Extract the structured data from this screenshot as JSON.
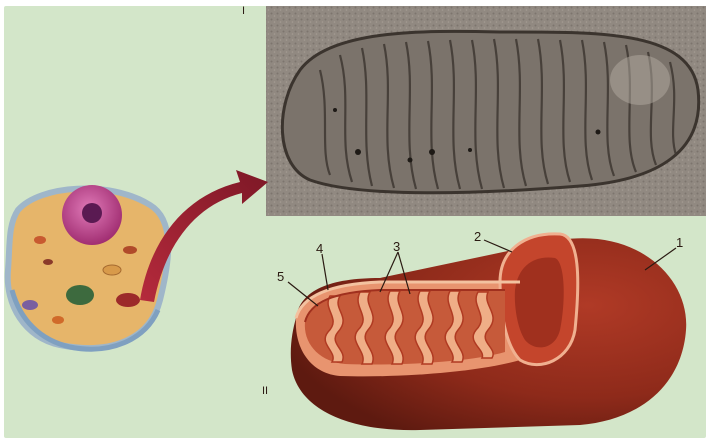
{
  "panel_labels": {
    "micrograph": "I",
    "model": "II"
  },
  "part_labels": [
    "1",
    "2",
    "3",
    "4",
    "5"
  ],
  "colors": {
    "background": "#d3e6c9",
    "micrograph_bg": "#8a827a",
    "membrane": "#b8361f",
    "matrix": "#c65a3a",
    "arrow": "#9e2230",
    "cell_body": "#e9b96a",
    "nucleus": "#c0408d"
  },
  "icons": {
    "cell": "animal-cell-illustration",
    "arrow": "curved-arrow-icon",
    "micrograph": "electron-micrograph-image",
    "mitochondrion": "mitochondrion-cutaway-illustration"
  }
}
